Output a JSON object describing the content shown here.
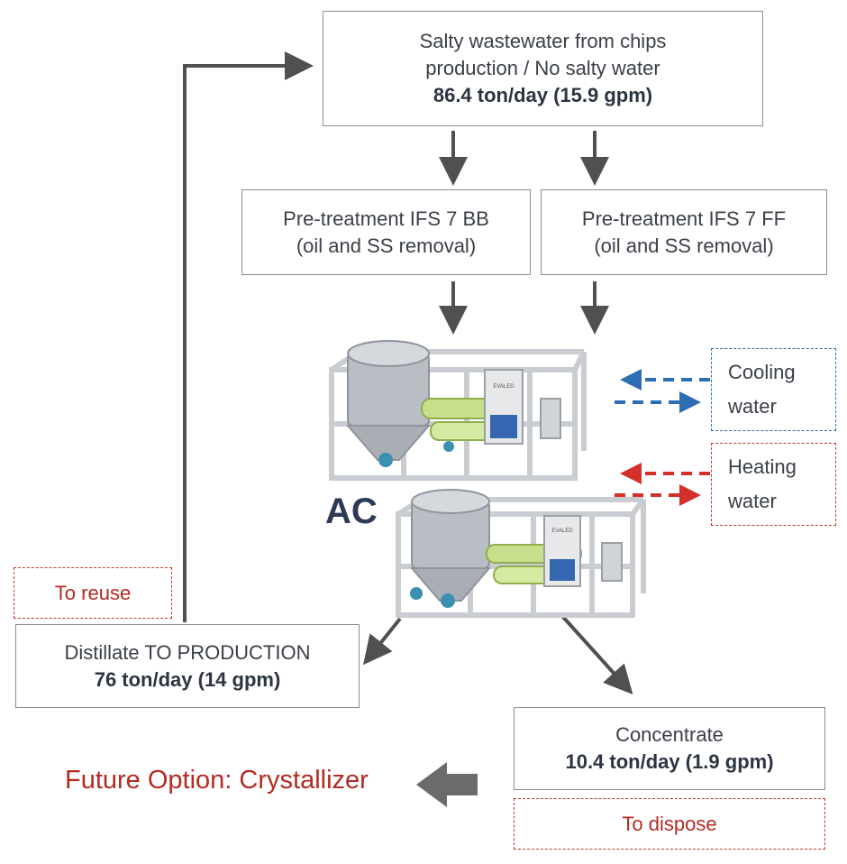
{
  "feed": {
    "line1": "Salty wastewater from chips",
    "line2": "production / No salty water",
    "flow": "86.4 ton/day (15.9 gpm)"
  },
  "pretreat_bb": {
    "line1": "Pre-treatment IFS 7 BB",
    "line2": "(oil and SS removal)"
  },
  "pretreat_ff": {
    "line1": "Pre-treatment IFS 7 FF",
    "line2": "(oil and SS removal)"
  },
  "cooling": {
    "line1": "Cooling",
    "line2": "water",
    "color": "#2e6db4"
  },
  "heating": {
    "line1": "Heating",
    "line2": "water",
    "color": "#d3302b"
  },
  "evaporator": {
    "label": "AC",
    "panel_brand": "EVALED"
  },
  "distillate": {
    "line1": "Distillate TO PRODUCTION",
    "flow": "76 ton/day (14 gpm)"
  },
  "reuse": {
    "label": "To reuse"
  },
  "concentrate": {
    "line1": "Concentrate",
    "flow": "10.4 ton/day (1.9 gpm)"
  },
  "dispose": {
    "label": "To dispose"
  },
  "future": {
    "label": "Future Option: Crystallizer"
  },
  "colors": {
    "arrow": "#505050",
    "accent_red": "#b52a22",
    "dashed_red": "#c0392b",
    "frame": "#c9ccd0"
  }
}
